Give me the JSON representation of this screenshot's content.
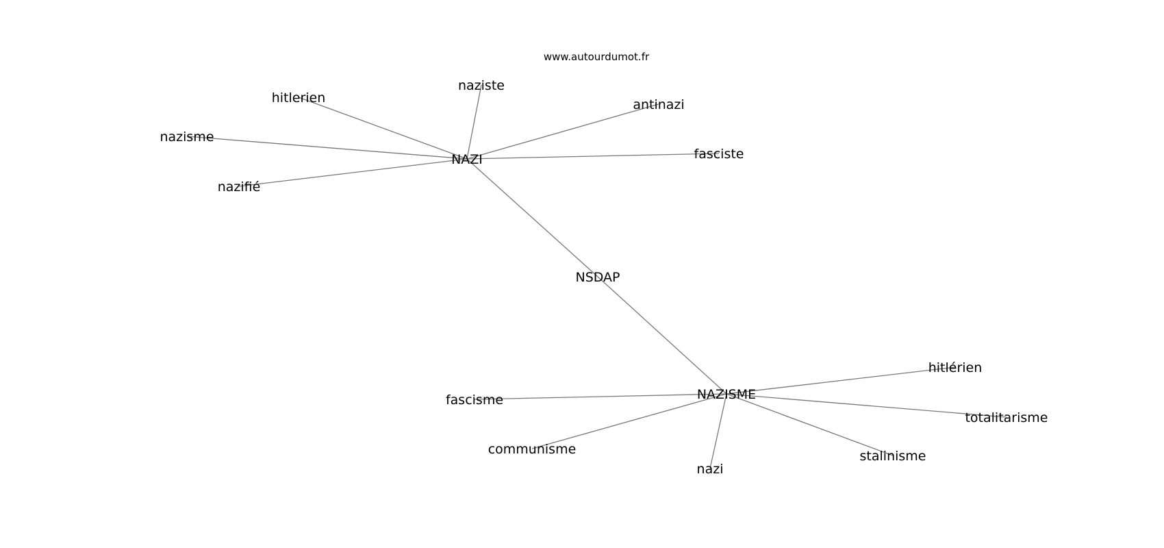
{
  "watermark": "www.autourdumot.fr",
  "graph": {
    "nodes": [
      {
        "id": "NAZI",
        "label": "NAZI"
      },
      {
        "id": "naziste",
        "label": "naziste"
      },
      {
        "id": "hitlerien",
        "label": "hitlerien"
      },
      {
        "id": "antinazi",
        "label": "antinazi"
      },
      {
        "id": "nazisme",
        "label": "nazisme"
      },
      {
        "id": "fasciste",
        "label": "fasciste"
      },
      {
        "id": "nazifie",
        "label": "nazifié"
      },
      {
        "id": "NSDAP",
        "label": "NSDAP"
      },
      {
        "id": "NAZISME",
        "label": "NAZISME"
      },
      {
        "id": "hitlerien2",
        "label": "hitlérien"
      },
      {
        "id": "fascisme",
        "label": "fascisme"
      },
      {
        "id": "totalitarisme",
        "label": "totalitarisme"
      },
      {
        "id": "communisme",
        "label": "communisme"
      },
      {
        "id": "stalinisme",
        "label": "stalinisme"
      },
      {
        "id": "nazi",
        "label": "nazi"
      }
    ],
    "edges": [
      [
        "NAZI",
        "naziste"
      ],
      [
        "NAZI",
        "hitlerien"
      ],
      [
        "NAZI",
        "antinazi"
      ],
      [
        "NAZI",
        "nazisme"
      ],
      [
        "NAZI",
        "fasciste"
      ],
      [
        "NAZI",
        "nazifie"
      ],
      [
        "NAZI",
        "NSDAP"
      ],
      [
        "NSDAP",
        "NAZISME"
      ],
      [
        "NAZISME",
        "hitlerien2"
      ],
      [
        "NAZISME",
        "fascisme"
      ],
      [
        "NAZISME",
        "totalitarisme"
      ],
      [
        "NAZISME",
        "communisme"
      ],
      [
        "NAZISME",
        "stalinisme"
      ],
      [
        "NAZISME",
        "nazi"
      ]
    ]
  }
}
